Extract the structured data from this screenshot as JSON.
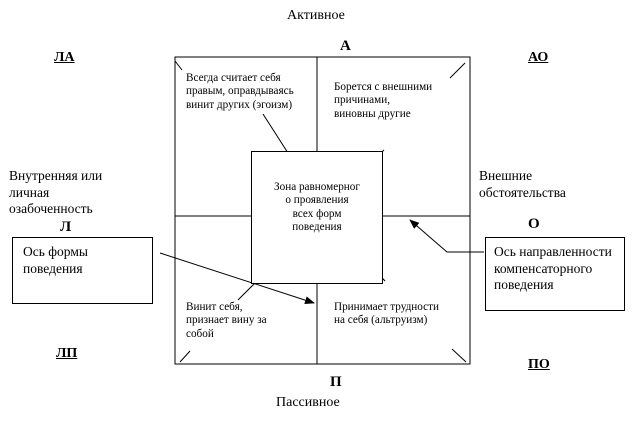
{
  "axis": {
    "top_word": "Активное",
    "bottom_word": "Пассивное",
    "top_letter": "А",
    "bottom_letter": "П",
    "left_letter": "Л",
    "right_letter": "О"
  },
  "corners": {
    "top_left": "ЛА",
    "top_right": "АО",
    "bottom_left": "ЛП",
    "bottom_right": "ПО"
  },
  "quadrants": {
    "top_left": "Всегда считает себя правым, оправдываясь винит других (эгоизм)",
    "top_right": "Борется с внешними причинами, виновны другие",
    "bottom_left": "Винит себя, признает вину за собой",
    "bottom_right": "Принимает трудности на себя (альтруизм)"
  },
  "center_zone": "Зона равномерног о проявления всех форм поведения",
  "side_labels": {
    "left": "Внутренняя или личная озабоченность",
    "right": "Внешние обстоятельства"
  },
  "boxes": {
    "left": "Ось формы поведения",
    "right": "Ось направленности компенсаторного поведения"
  },
  "colors": {
    "line": "#000000",
    "background": "#ffffff"
  }
}
